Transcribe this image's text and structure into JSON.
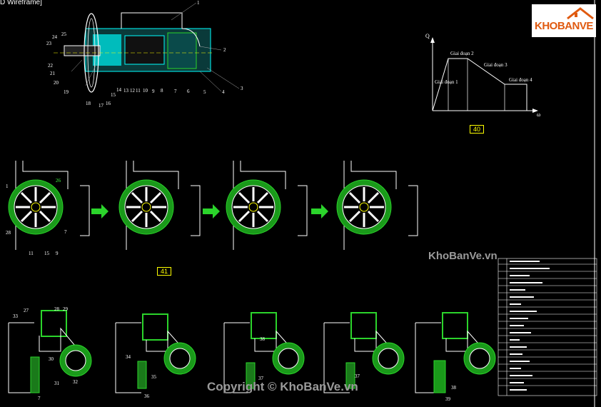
{
  "view_title": "D Wireframe]",
  "logo_text": "KHOBANVE",
  "watermark_side": "KhoBanVe.vn",
  "watermark_bottom": "Copyright © KhoBanVe.vn",
  "frame_labels": [
    "40",
    "41"
  ],
  "pump_callouts": [
    "1",
    "2",
    "3",
    "4",
    "5",
    "6",
    "7",
    "8",
    "9",
    "10",
    "11",
    "12",
    "13",
    "14",
    "15",
    "16",
    "17",
    "18",
    "19",
    "20",
    "21",
    "22",
    "23",
    "24",
    "25"
  ],
  "graph": {
    "y_axis": "Q",
    "x_axis": "ω",
    "stages": [
      "Giai đoạn 1",
      "Giai đoạn 2",
      "Giai đoạn 3",
      "Giai đoạn 4"
    ]
  },
  "vane_callouts": [
    "1",
    "26",
    "28",
    "11",
    "15",
    "9",
    "7"
  ],
  "valve_callouts": [
    "27",
    "28",
    "29",
    "33",
    "30",
    "31",
    "32",
    "7",
    "34",
    "35",
    "36",
    "37",
    "38",
    "37",
    "38",
    "39"
  ],
  "colors": {
    "cad_green": "#2bd42b",
    "cad_cyan": "#00ffff",
    "cad_yellow": "#ffff00",
    "cad_white": "#ffffff"
  }
}
